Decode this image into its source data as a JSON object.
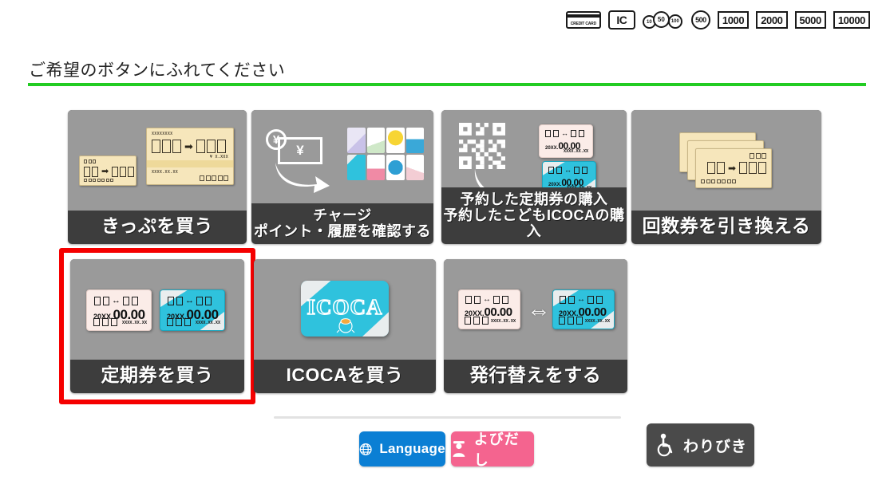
{
  "payment_strip": {
    "credit_card": {
      "icon": "credit-card-icon",
      "label": "CREDIT CARD"
    },
    "ic": {
      "icon": "ic-chip-icon",
      "label": "IC"
    },
    "coins_small": [
      {
        "icon": "coin-10-icon",
        "label": "10"
      },
      {
        "icon": "coin-50-icon",
        "label": "50"
      },
      {
        "icon": "coin-100-icon",
        "label": "100"
      }
    ],
    "coin_500": {
      "icon": "coin-500-icon",
      "label": "500"
    },
    "bills": [
      {
        "icon": "bill-1000-icon",
        "label": "1000"
      },
      {
        "icon": "bill-2000-icon",
        "label": "2000"
      },
      {
        "icon": "bill-5000-icon",
        "label": "5000"
      },
      {
        "icon": "bill-10000-icon",
        "label": "10000"
      }
    ]
  },
  "header": {
    "instruction": "ご希望のボタンにふれてください",
    "rule_color": "#22cc22"
  },
  "menu": {
    "row1": [
      {
        "id": "buy-ticket",
        "label_line1": "きっぷを買う",
        "label_line2": "",
        "art": "paper-tickets"
      },
      {
        "id": "charge-points",
        "label_line1": "チャージ",
        "label_line2": "ポイント・履歴を確認する",
        "art": "yen-charge-ic-cards"
      },
      {
        "id": "reserved-pass",
        "label_line1": "予約した定期券の購入",
        "label_line2": "予約したこどもICOCAの購入",
        "art": "qr-to-passes"
      },
      {
        "id": "exchange-coupon",
        "label_line1": "回数券を引き換える",
        "label_line2": "",
        "art": "stacked-tickets"
      }
    ],
    "row2": [
      {
        "id": "buy-commuter-pass",
        "label_line1": "定期券を買う",
        "label_line2": "",
        "art": "two-passes",
        "selected": true
      },
      {
        "id": "buy-icoca",
        "label_line1": "ICOCAを買う",
        "label_line2": "",
        "art": "icoca-card",
        "selected": false
      },
      {
        "id": "reissue",
        "label_line1": "発行替えをする",
        "label_line2": "",
        "art": "pass-swap",
        "selected": false
      }
    ],
    "selection_color": "#f50000",
    "tile_bg": "#9a9a9a",
    "label_bg": "#3d3d3d"
  },
  "pass_art": {
    "year": "20XX.",
    "date": "00.00",
    "serial": "XXXX.XX.XX"
  },
  "ticket_art": {
    "code_top": "XXXXXXXX",
    "code_bottom": "XXXX.XX.XX",
    "fare": "¥ X.XXX"
  },
  "icoca": {
    "brand": "ICOCA"
  },
  "footer": {
    "language_button": {
      "label": "Language",
      "icon": "globe-icon",
      "color": "#0b7fd4"
    },
    "call_button": {
      "label": "よびだし",
      "icon": "staff-person-icon",
      "color": "#f4648f"
    },
    "discount_button": {
      "label": "わりびき",
      "icon": "wheelchair-icon",
      "color": "#4a4a4a"
    }
  }
}
